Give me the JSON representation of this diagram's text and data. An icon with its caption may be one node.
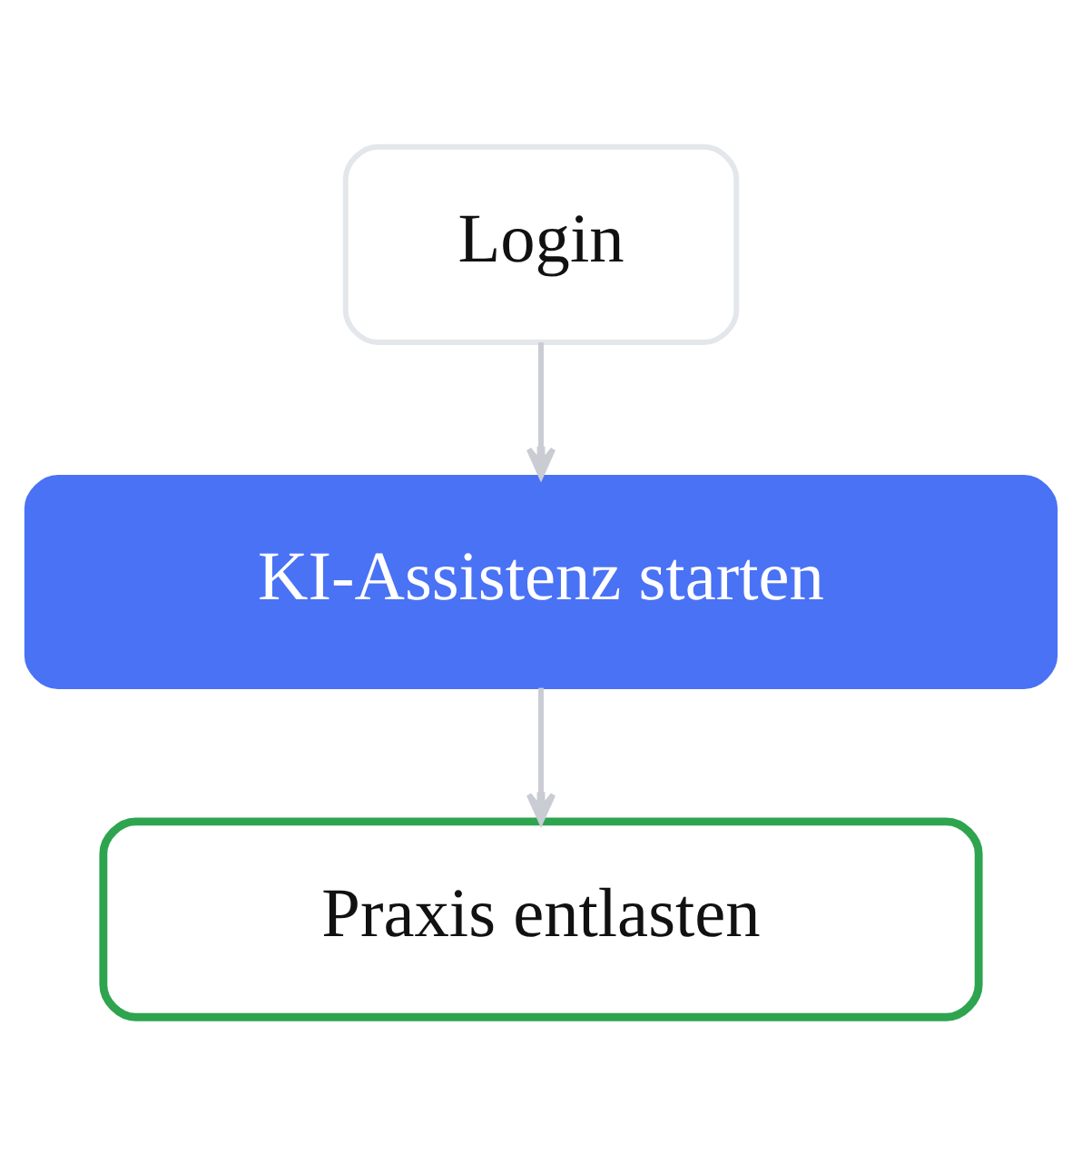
{
  "diagram": {
    "nodes": [
      {
        "text": [
          "Login"
        ]
      },
      {
        "text": [
          "KI-Assistenz starten"
        ]
      },
      {
        "text": [
          "Praxis entlasten"
        ]
      }
    ],
    "edges": [
      {
        "from": 0,
        "to": 1,
        "arrow": "to"
      },
      {
        "from": 1,
        "to": 2,
        "arrow": "to"
      }
    ]
  }
}
